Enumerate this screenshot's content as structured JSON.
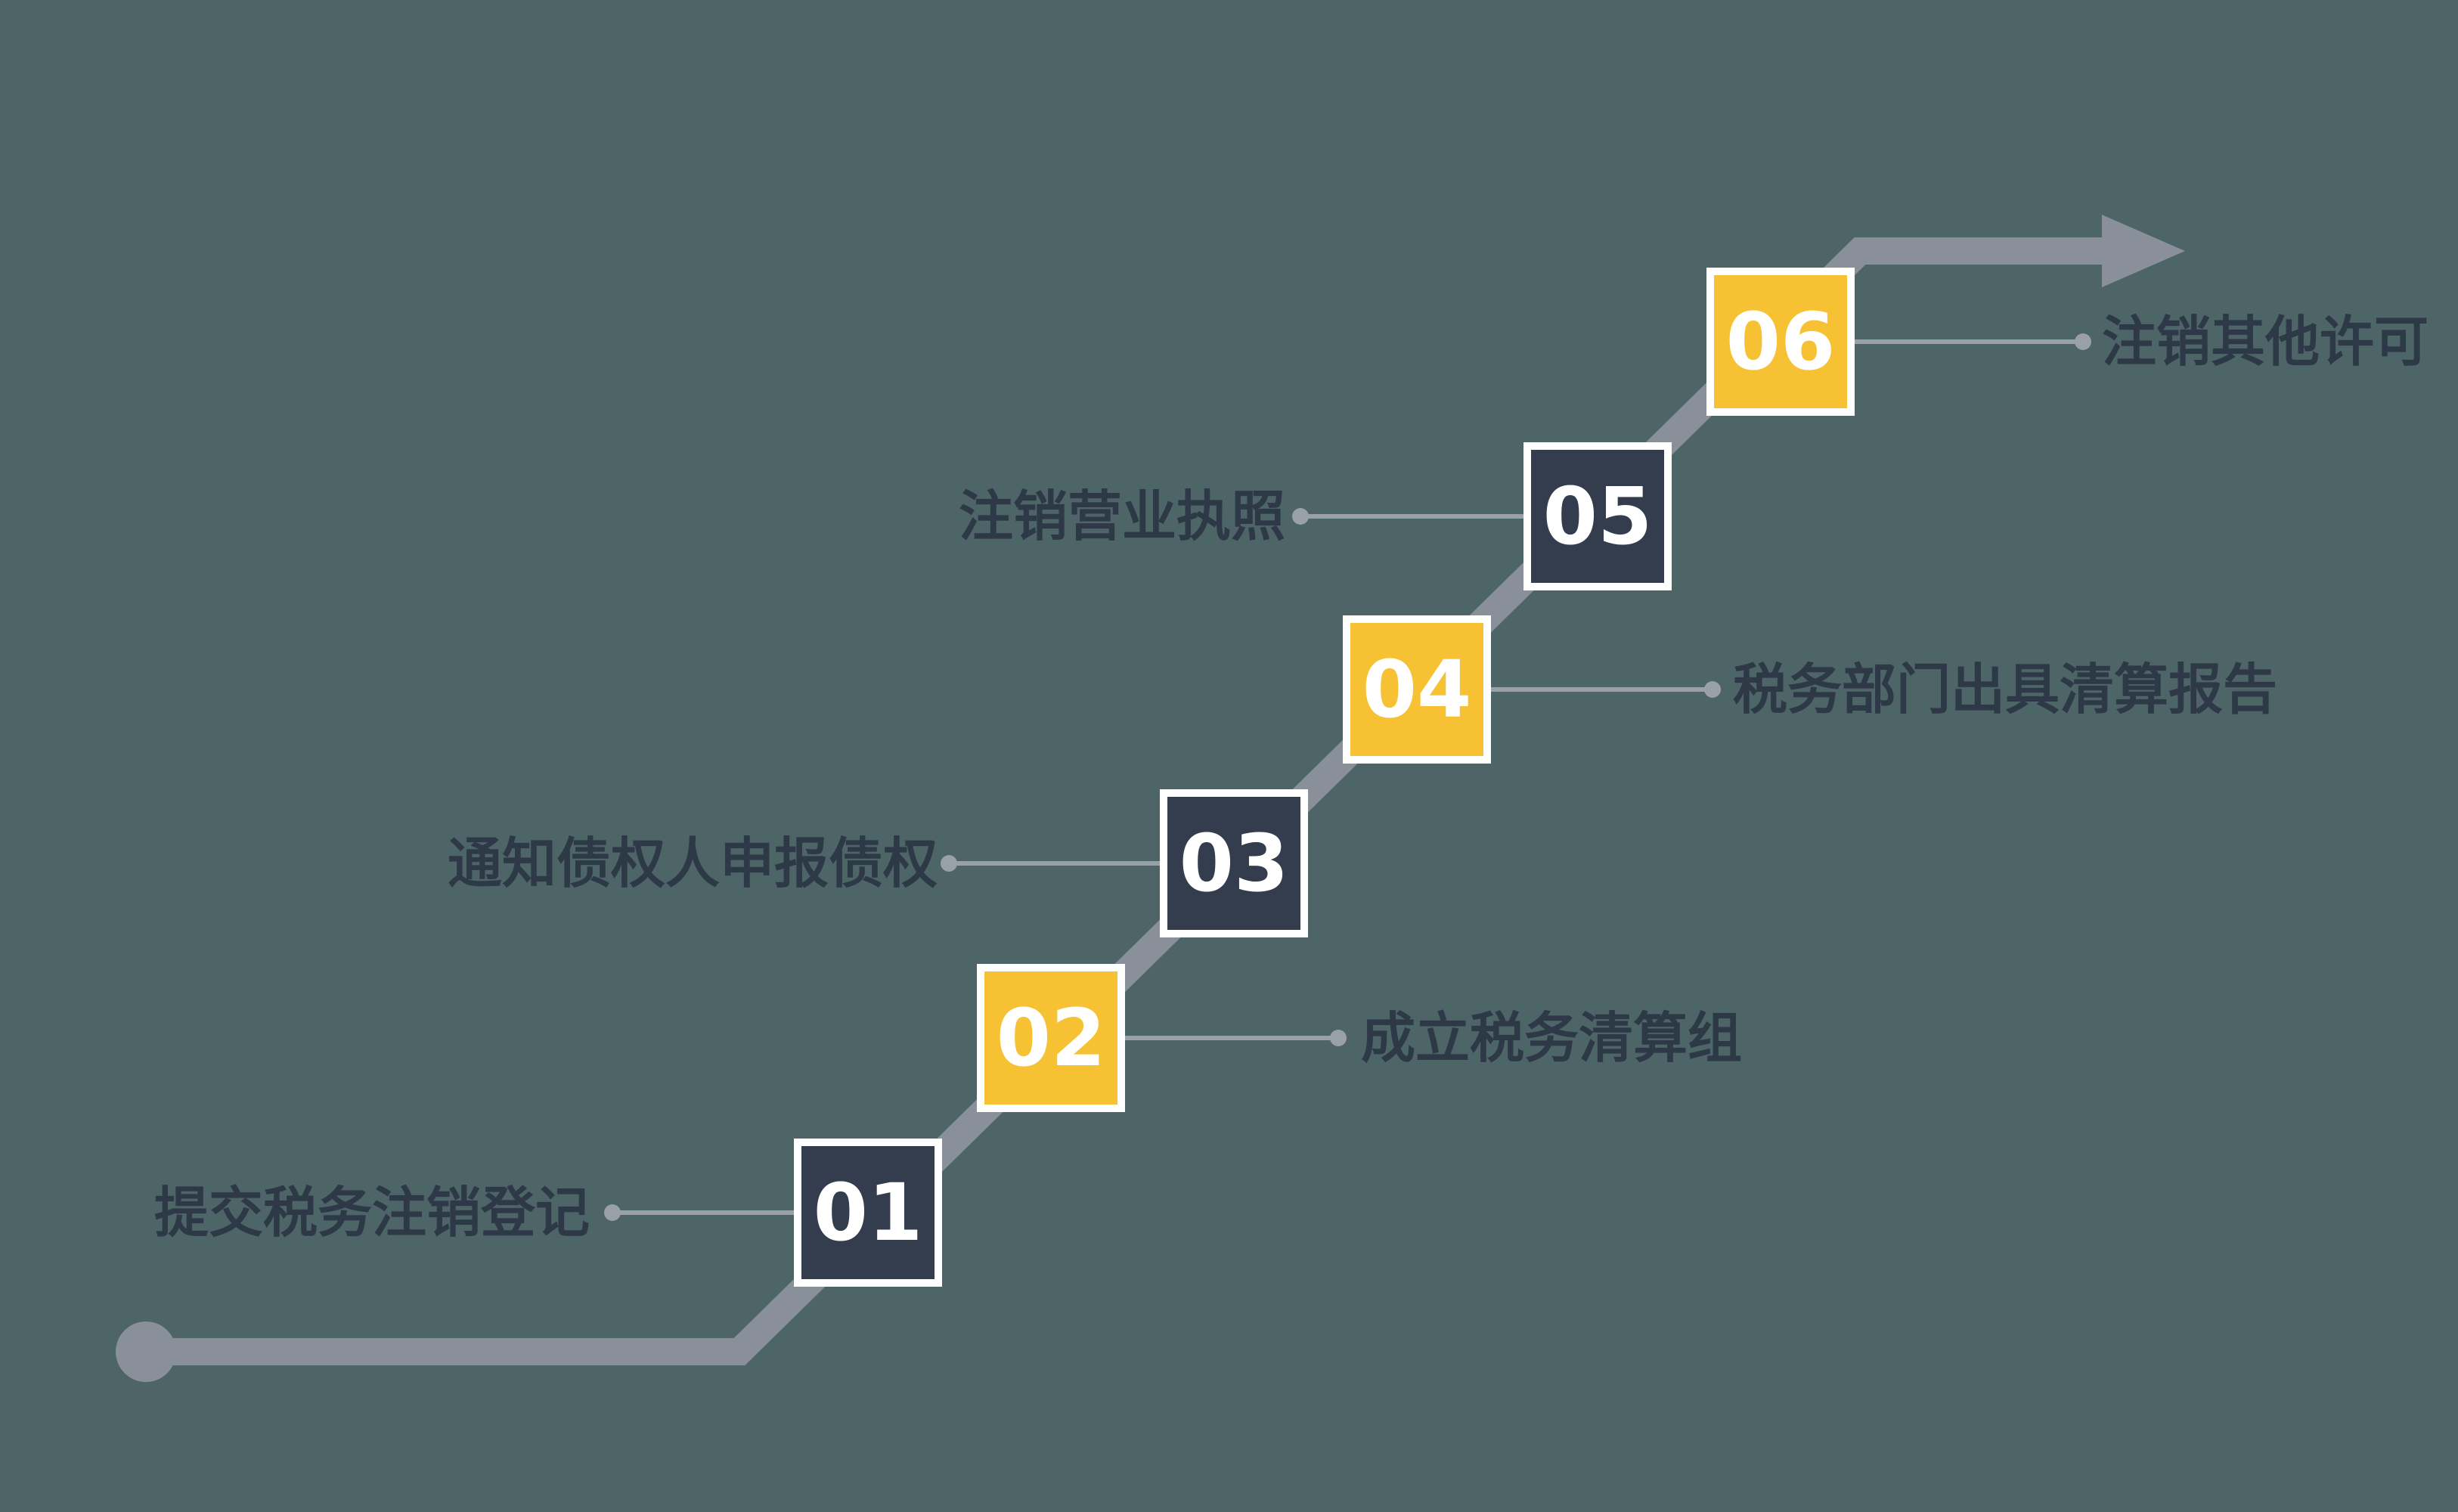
{
  "diagram": {
    "type": "step-flow",
    "direction": "bottom-left-to-top-right",
    "steps": [
      {
        "number": "01",
        "label": "提交税务注销登记",
        "square_color": "dark",
        "label_side": "left"
      },
      {
        "number": "02",
        "label": "成立税务清算组",
        "square_color": "yellow",
        "label_side": "right"
      },
      {
        "number": "03",
        "label": "通知债权人申报债权",
        "square_color": "dark",
        "label_side": "left"
      },
      {
        "number": "04",
        "label": "税务部门出具清算报告",
        "square_color": "yellow",
        "label_side": "right"
      },
      {
        "number": "05",
        "label": "注销营业执照",
        "square_color": "dark",
        "label_side": "left"
      },
      {
        "number": "06",
        "label": "注销其他许可",
        "square_color": "yellow",
        "label_side": "right"
      }
    ],
    "colors": {
      "background": "#4e6568",
      "line": "#8a9099",
      "dark_square": "#333d4d",
      "yellow_square": "#f6c233",
      "square_border": "#ffffff",
      "label_text": "#2e3947",
      "number_text": "#ffffff",
      "connector": "#99a0a8"
    }
  }
}
